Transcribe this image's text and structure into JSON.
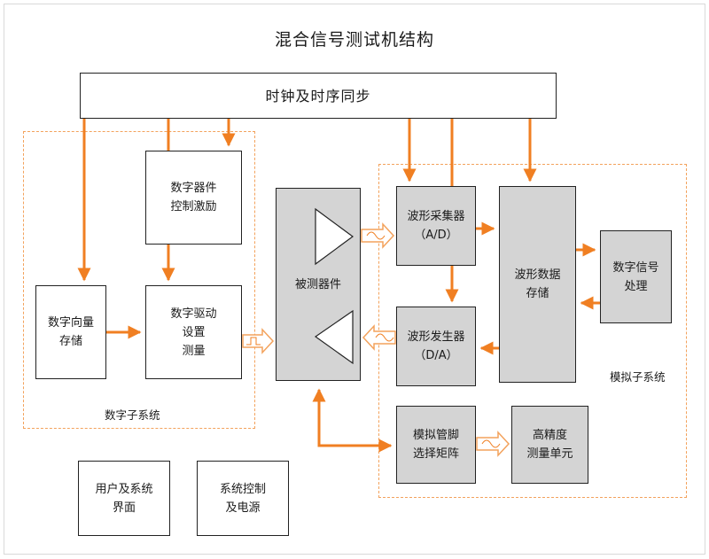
{
  "title": "混合信号测试机结构",
  "clock": "时钟及时序同步",
  "digital": {
    "label": "数字子系统",
    "stimulus": "数字器件\n控制激励",
    "vector": "数字向量\n存储",
    "driver": "数字驱动\n设置\n测量"
  },
  "dut": "被测器件",
  "analog": {
    "label": "模拟子系统",
    "capture": "波形采集器\n（A/D）",
    "generator": "波形发生器\n（D/A）",
    "storage": "波形数据\n存储",
    "dsp": "数字信号\n处理",
    "matrix": "模拟管脚\n选择矩阵",
    "pmu": "高精度\n测量单元"
  },
  "ui": "用户及系统\n界面",
  "power": "系统控制\n及电源",
  "colors": {
    "accent": "#f07f22",
    "dashed": "#f3a25c",
    "block_gray": "#d4d4d4"
  }
}
